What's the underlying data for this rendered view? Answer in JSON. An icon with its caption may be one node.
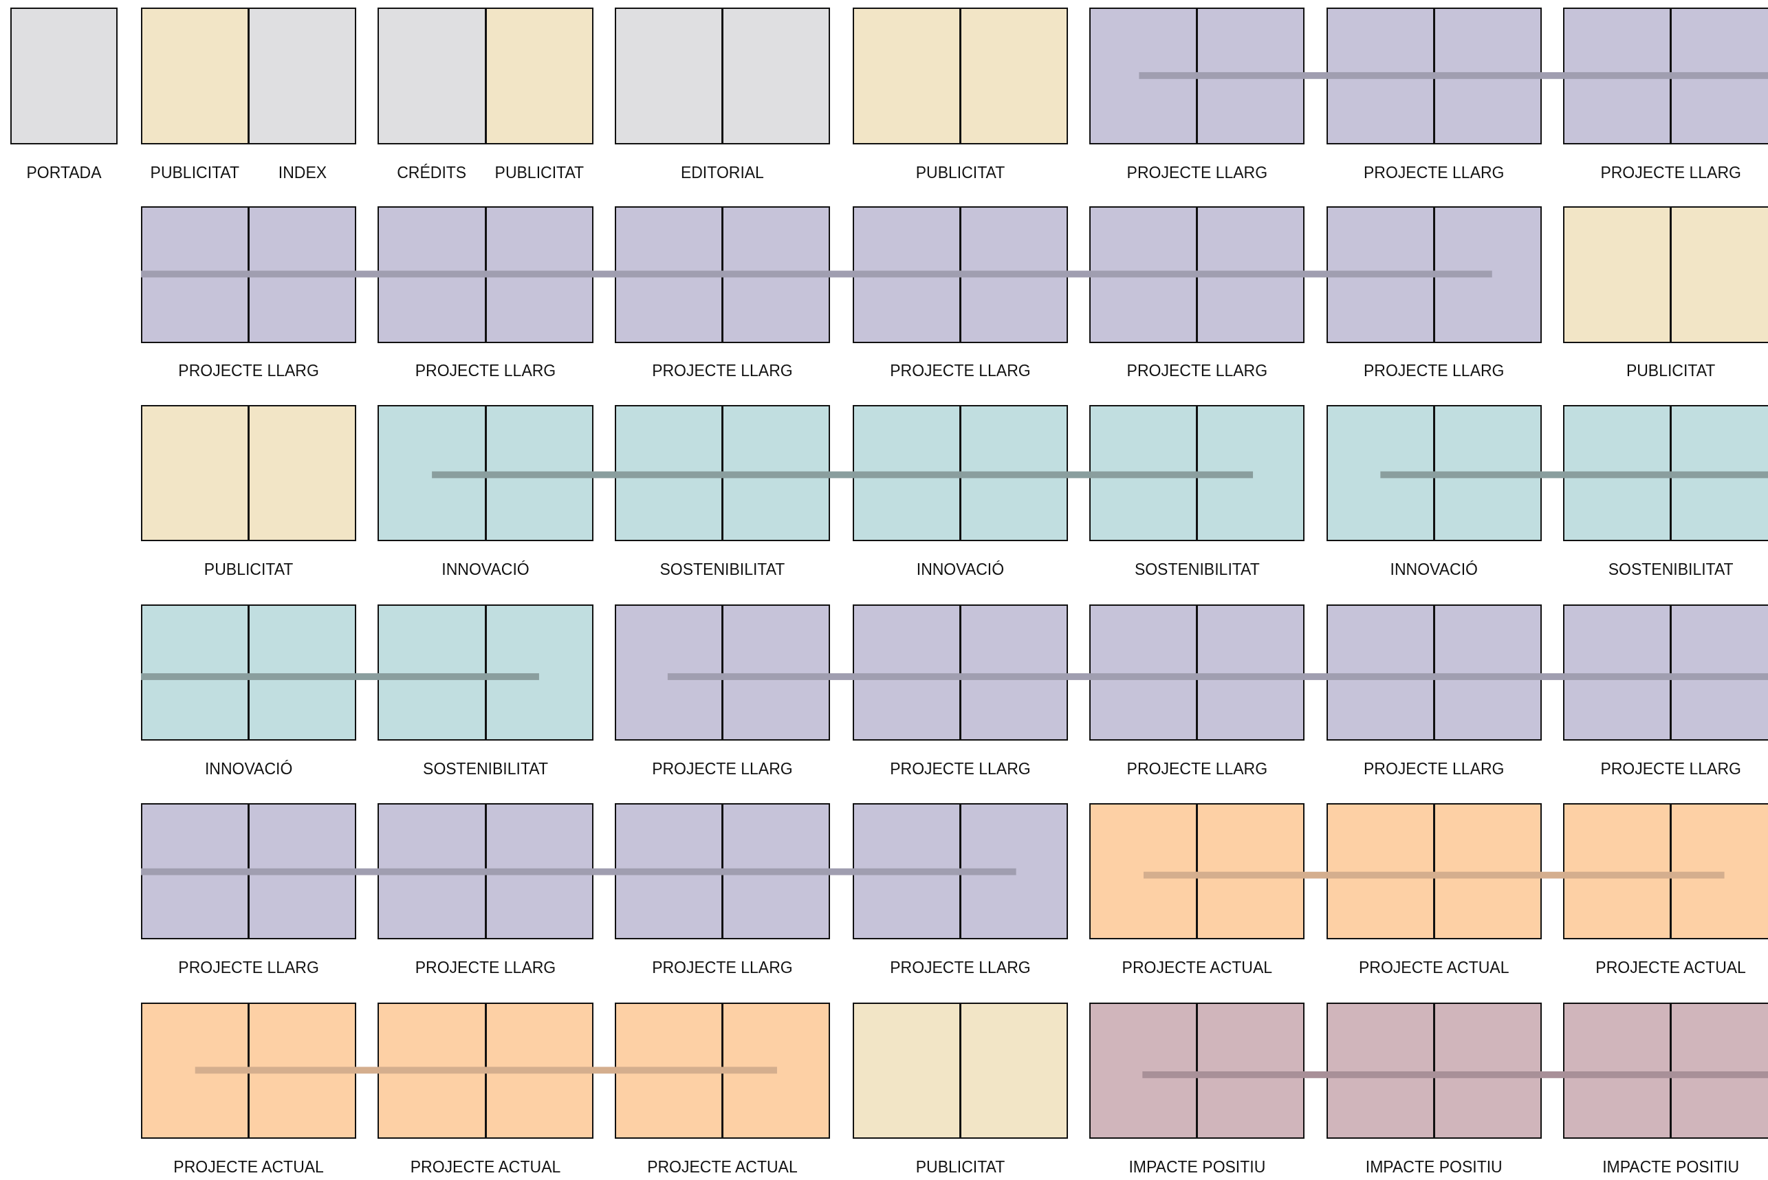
{
  "diagram": {
    "nodes": [
      {
        "text": [
          "PORTADA"
        ]
      },
      {
        "text": [
          "PUBLICITAT",
          "INDEX"
        ]
      },
      {
        "text": [
          "CRÉDITS",
          "PUBLICITAT"
        ]
      },
      {
        "text": [
          "EDITORIAL"
        ]
      },
      {
        "text": [
          "PUBLICITAT"
        ]
      },
      {
        "text": [
          "PROJECTE LLARG"
        ]
      },
      {
        "text": [
          "PROJECTE LLARG"
        ]
      },
      {
        "text": [
          "PROJECTE LLARG"
        ]
      },
      {
        "text": [
          "PROJECTE LLARG"
        ]
      },
      {
        "text": [
          "PROJECTE LLARG"
        ]
      },
      {
        "text": [
          "PROJECTE LLARG"
        ]
      },
      {
        "text": [
          "PROJECTE LLARG"
        ]
      },
      {
        "text": [
          "PROJECTE LLARG"
        ]
      },
      {
        "text": [
          "PROJECTE LLARG"
        ]
      },
      {
        "text": [
          "PUBLICITAT"
        ]
      },
      {
        "text": [
          "PUBLICITAT"
        ]
      },
      {
        "text": [
          "INNOVACIÓ"
        ]
      },
      {
        "text": [
          "SOSTENIBILITAT"
        ]
      },
      {
        "text": [
          "INNOVACIÓ"
        ]
      },
      {
        "text": [
          "SOSTENIBILITAT"
        ]
      },
      {
        "text": [
          "INNOVACIÓ"
        ]
      },
      {
        "text": [
          "SOSTENIBILITAT"
        ]
      },
      {
        "text": [
          "INNOVACIÓ"
        ]
      },
      {
        "text": [
          "SOSTENIBILITAT"
        ]
      },
      {
        "text": [
          "PROJECTE LLARG"
        ]
      },
      {
        "text": [
          "PROJECTE LLARG"
        ]
      },
      {
        "text": [
          "PROJECTE LLARG"
        ]
      },
      {
        "text": [
          "PROJECTE LLARG"
        ]
      },
      {
        "text": [
          "PROJECTE LLARG"
        ]
      },
      {
        "text": [
          "PROJECTE LLARG"
        ]
      },
      {
        "text": [
          "PROJECTE LLARG"
        ]
      },
      {
        "text": [
          "PROJECTE LLARG"
        ]
      },
      {
        "text": [
          "PROJECTE LLARG"
        ]
      },
      {
        "text": [
          "PROJECTE ACTUAL"
        ]
      },
      {
        "text": [
          "PROJECTE ACTUAL"
        ]
      },
      {
        "text": [
          "PROJECTE ACTUAL"
        ]
      },
      {
        "text": [
          "PROJECTE ACTUAL"
        ]
      },
      {
        "text": [
          "PROJECTE ACTUAL"
        ]
      },
      {
        "text": [
          "PROJECTE ACTUAL"
        ]
      },
      {
        "text": [
          "PUBLICITAT"
        ]
      },
      {
        "text": [
          "IMPACTE POSITIU"
        ]
      },
      {
        "text": [
          "IMPACTE POSITIU"
        ]
      },
      {
        "text": [
          "IMPACTE POSITIU"
        ]
      }
    ]
  }
}
